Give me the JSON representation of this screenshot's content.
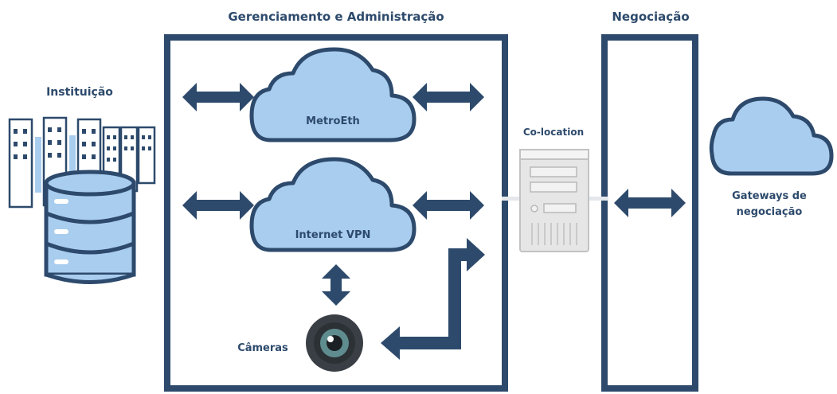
{
  "headers": {
    "management": "Gerenciamento e Administração",
    "negotiation": "Negociação"
  },
  "institution": {
    "label": "Instituição"
  },
  "clouds": {
    "metroeth": "MetroEth",
    "internet_vpn": "Internet VPN"
  },
  "cameras": {
    "label": "Câmeras"
  },
  "colocation": {
    "label": "Co-location"
  },
  "gateways": {
    "line1": "Gateways de",
    "line2": "negociação"
  },
  "colors": {
    "dark_blue": "#2d4a6c",
    "cloud_fill": "#a9cdee",
    "server_gray": "#dcdcdc"
  }
}
